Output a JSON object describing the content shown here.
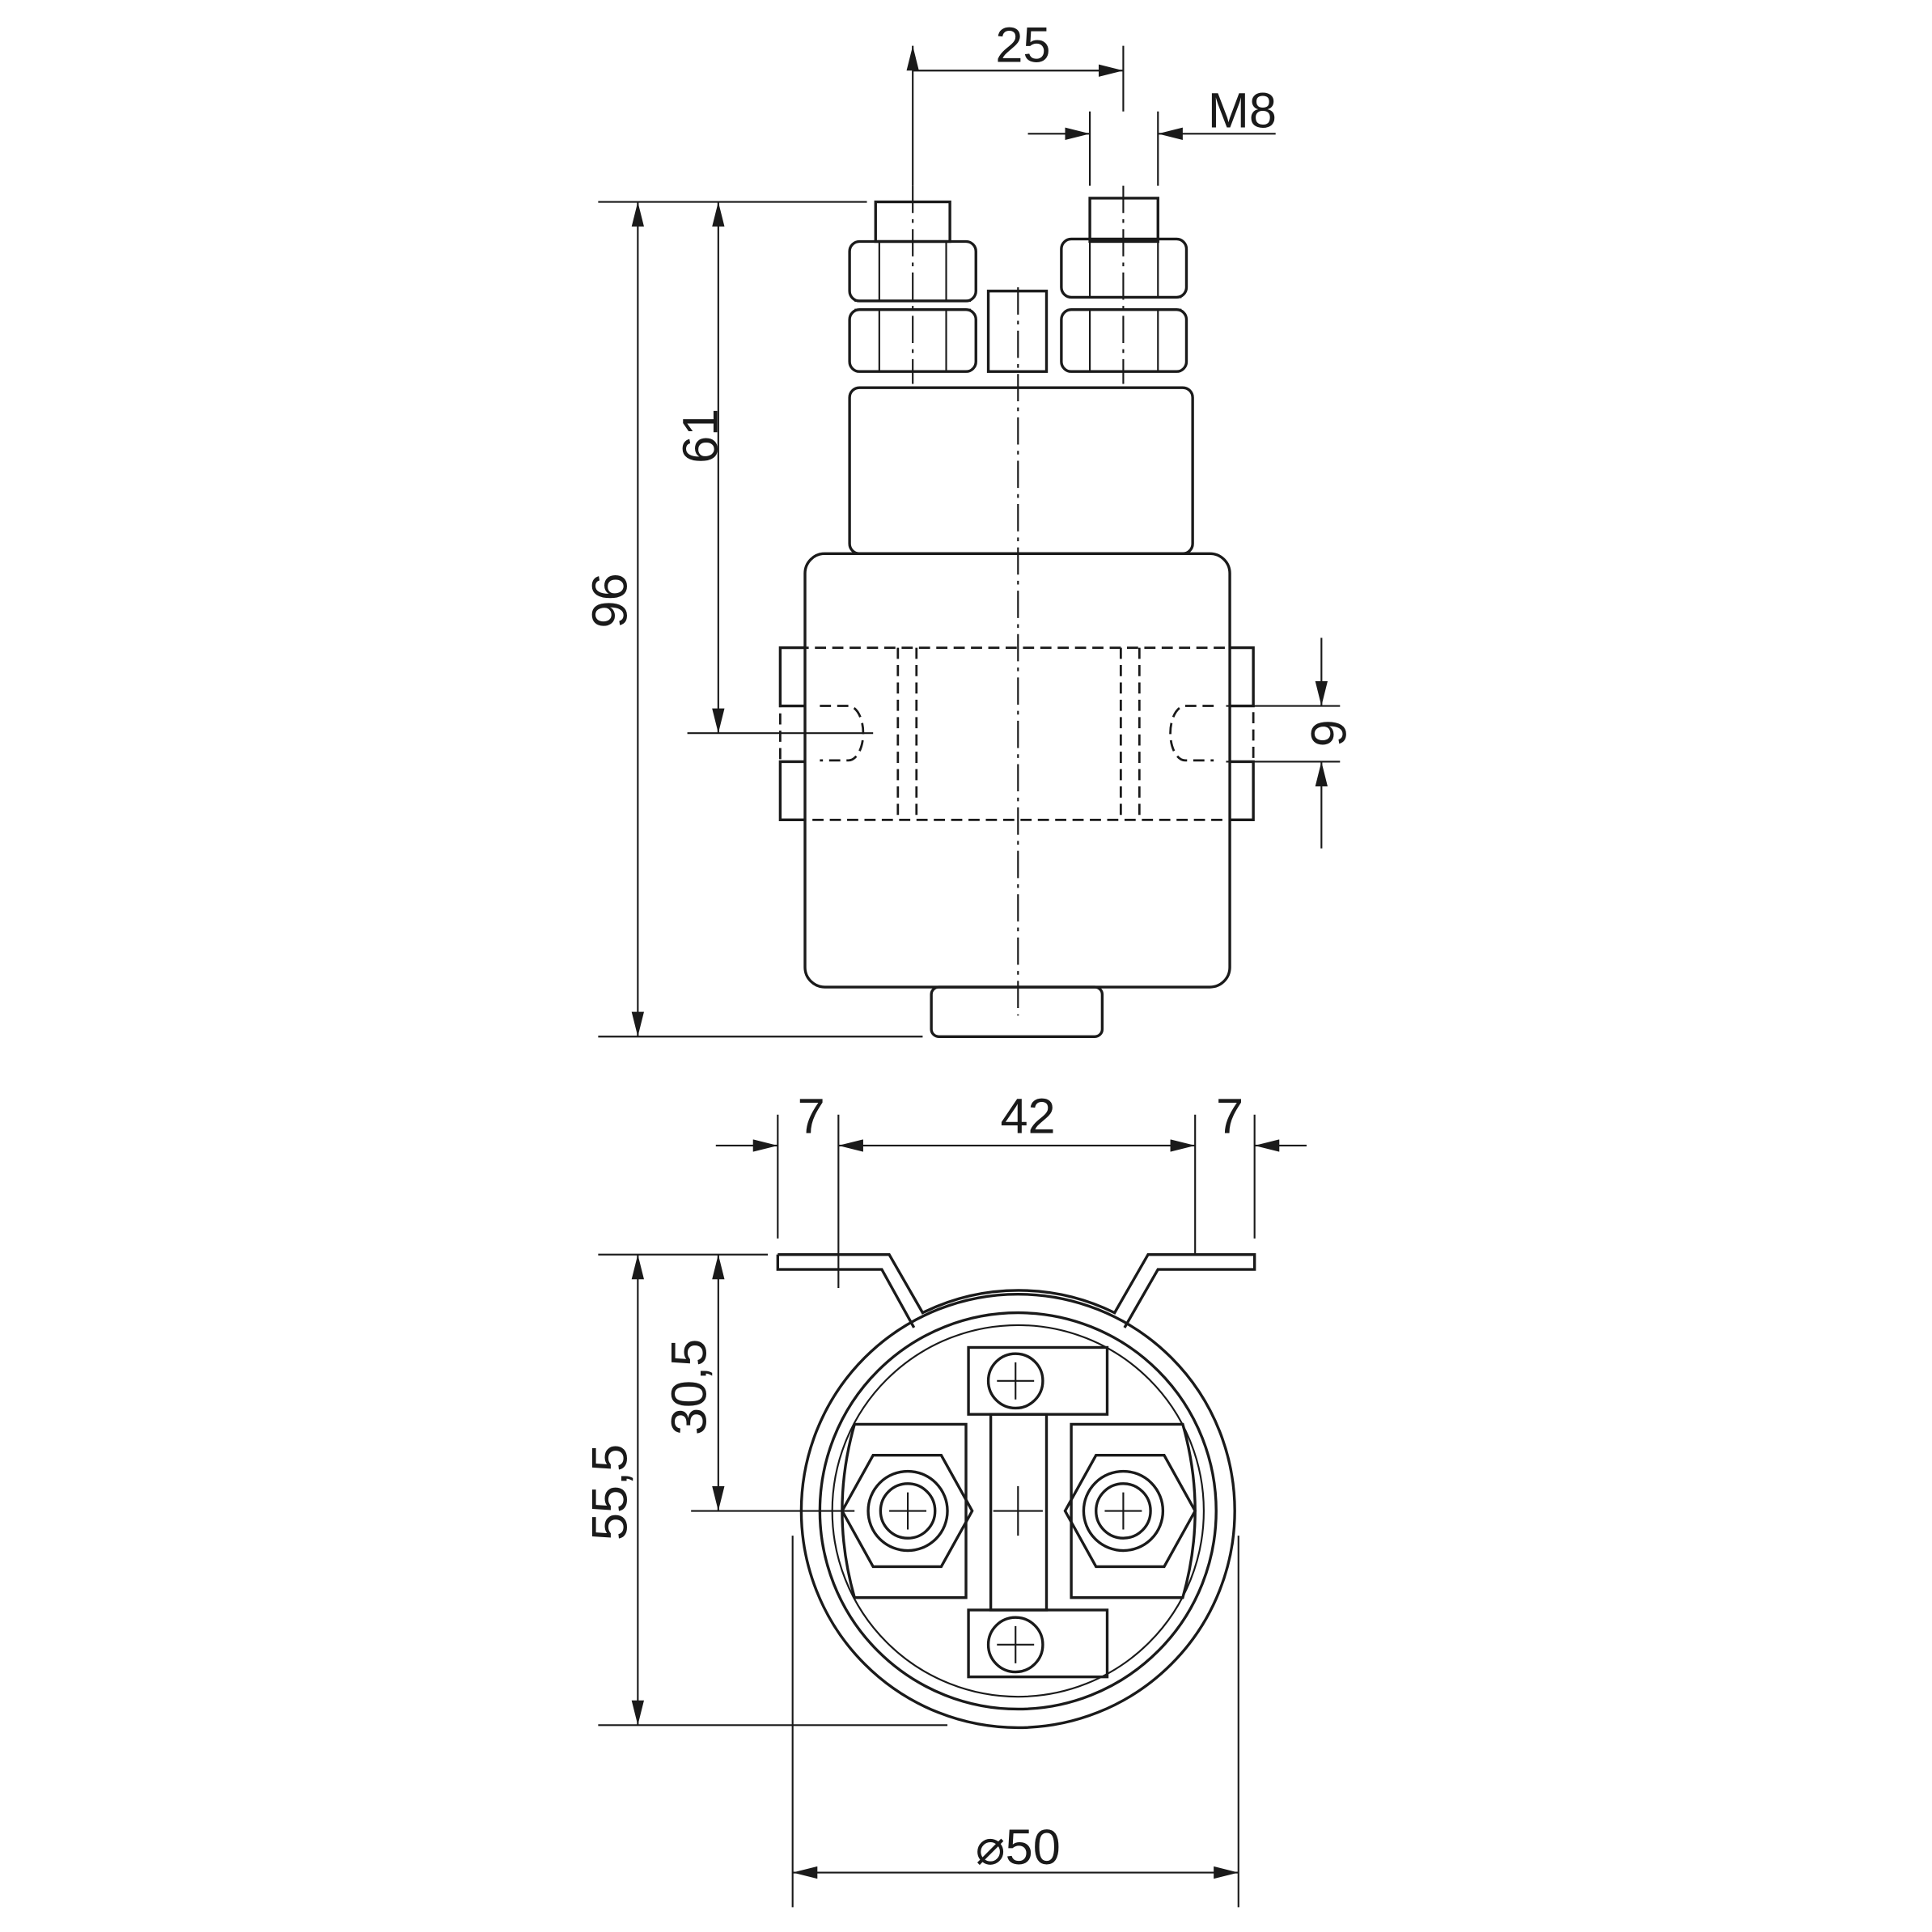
{
  "title": "Contactor dimension drawing",
  "side_view": {
    "dim_terminal_spacing": "25",
    "dim_thread": "M8",
    "dim_total_height": "96",
    "dim_mount_height": "61",
    "dim_slot": "6"
  },
  "bottom_view": {
    "dim_left_flange": "7",
    "dim_mount_spacing": "42",
    "dim_right_flange": "7",
    "dim_overall_depth": "55,5",
    "dim_center_depth": "30,5",
    "dim_diameter": "⌀50"
  }
}
